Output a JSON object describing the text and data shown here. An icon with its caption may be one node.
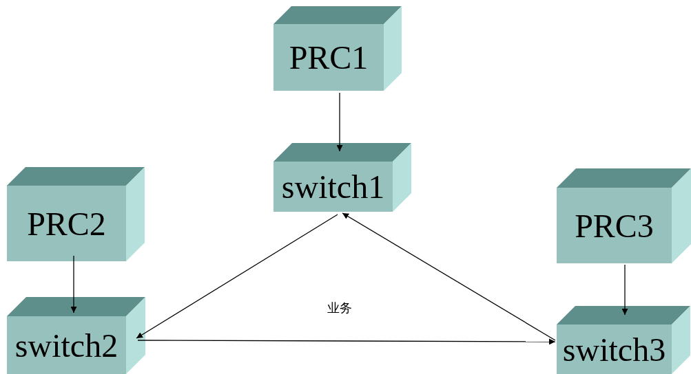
{
  "diagram": {
    "nodes": [
      {
        "text": [
          "PRC1"
        ]
      },
      {
        "text": [
          "switch1"
        ]
      },
      {
        "text": [
          "PRC2"
        ]
      },
      {
        "text": [
          "switch2"
        ]
      },
      {
        "text": [
          "PRC3"
        ]
      },
      {
        "text": [
          "switch3"
        ]
      }
    ],
    "edges": [
      {
        "from": 0,
        "to": 1,
        "arrow": "to"
      },
      {
        "from": 2,
        "to": 3,
        "arrow": "to"
      },
      {
        "from": 4,
        "to": 5,
        "arrow": "to"
      },
      {
        "from": 1,
        "to": 3,
        "arrow": "to"
      },
      {
        "from": 3,
        "to": 5,
        "arrow": "to",
        "label": "业务"
      },
      {
        "from": 5,
        "to": 1,
        "arrow": "to"
      }
    ]
  }
}
